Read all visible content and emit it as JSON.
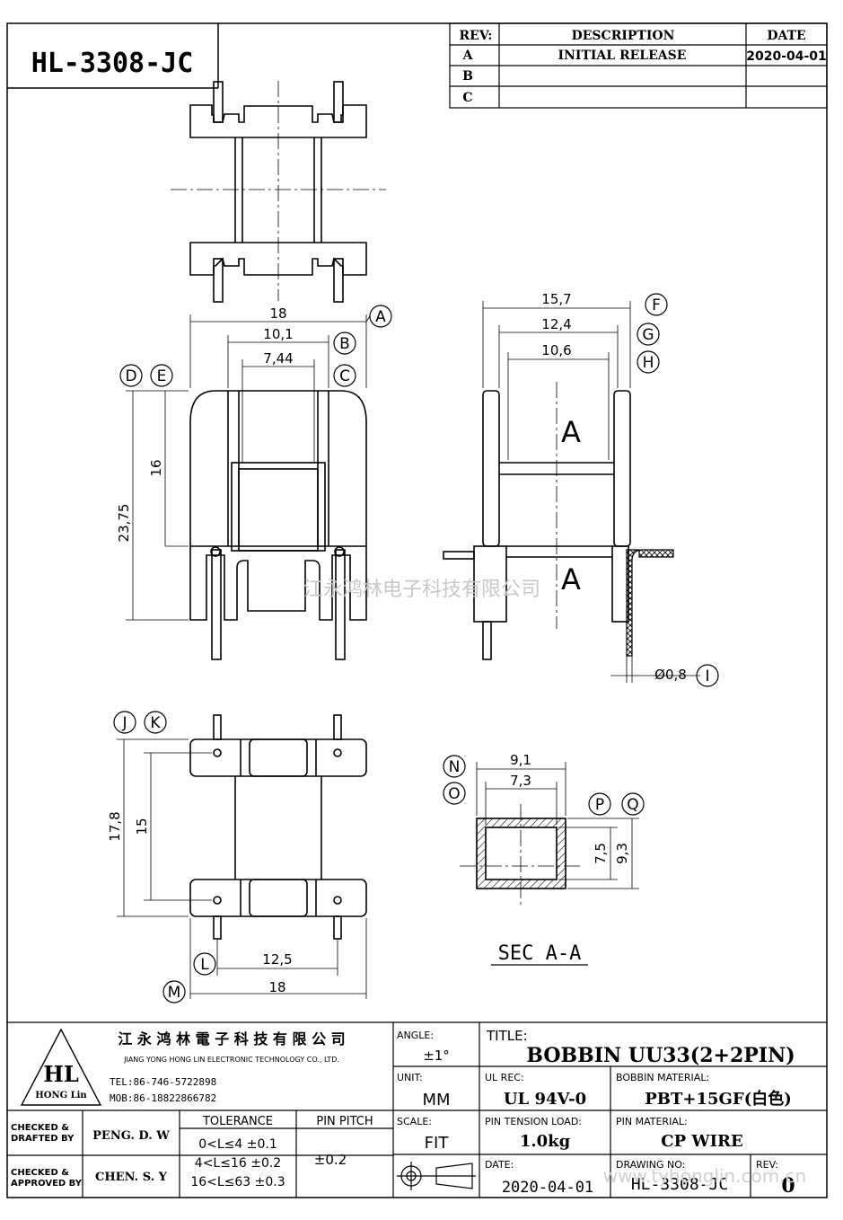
{
  "part_no": "HL-3308-JC",
  "revision_table": {
    "headers": [
      "REV:",
      "DESCRIPTION",
      "DATE"
    ],
    "rows": [
      {
        "rev": "A",
        "description": "INITIAL RELEASE",
        "date": "2020-04-01"
      },
      {
        "rev": "B",
        "description": "",
        "date": ""
      },
      {
        "rev": "C",
        "description": "",
        "date": ""
      }
    ]
  },
  "watermark": "江永鸿林电子科技有限公司",
  "dimensions": {
    "front_width": "18",
    "front_inner": "10,1",
    "front_core": "7,44",
    "front_height": "23,75",
    "front_winding": "16",
    "side_outer": "15,7",
    "side_mid": "12,4",
    "side_inner": "10,6",
    "pin_dia": "Ø0,8",
    "bottom_height": "17,8",
    "bottom_pin_span": "15",
    "bottom_pin_pitch": "12,5",
    "bottom_width": "18",
    "sec_outer_w": "9,1",
    "sec_inner_w": "7,3",
    "sec_inner_h": "7,5",
    "sec_outer_h": "9,3"
  },
  "markers": [
    "A",
    "B",
    "C",
    "D",
    "E",
    "F",
    "G",
    "H",
    "I",
    "J",
    "K",
    "L",
    "M",
    "N",
    "O",
    "P",
    "Q"
  ],
  "section_labels": {
    "upper": "A",
    "lower": "A",
    "sec_title": "SEC A-A"
  },
  "title_block": {
    "company_cn": "江 永 鸿 林 電 子 科 技 有 限 公 司",
    "company_en": "JIANG YONG HONG LIN ELECTRONIC TECHNOLOGY CO., LTD.",
    "logo_text": "HL",
    "logo_sub": "HONG Lin",
    "tel": "TEL:86-746-5722898",
    "mob": "MOB:86-18822866782",
    "angle_label": "ANGLE:",
    "angle_value": "±1°",
    "title_label": "TITLE:",
    "title_value": "BOBBIN UU33(2+2PIN)",
    "unit_label": "UNIT:",
    "unit_value": "MM",
    "ul_label": "UL REC:",
    "ul_value": "UL 94V-0",
    "bobbin_mat_label": "BOBBIN MATERIAL:",
    "bobbin_mat_value": "PBT+15GF(白色)",
    "checked_drafted": "CHECKED & DRAFTED BY",
    "drafter": "PENG. D. W",
    "checked_approved": "CHECKED & APPROVED BY",
    "approver": "CHEN. S. Y",
    "tolerance_label": "TOLERANCE",
    "tol_rows": [
      "0<L≤4  ±0.1",
      "4<L≤16 ±0.2",
      "16<L≤63 ±0.3"
    ],
    "pin_pitch_label": "PIN PITCH",
    "pin_pitch_value": "±0.2",
    "scale_label": "SCALE:",
    "scale_value": "FIT",
    "pin_tension_label": "PIN TENSION LOAD:",
    "pin_tension_value": "1.0kg",
    "pin_mat_label": "PIN MATERIAL:",
    "pin_mat_value": "CP WIRE",
    "date_label": "DATE:",
    "date_value": "2020-04-01",
    "drawing_no_label": "DRAWING NO:",
    "drawing_no_value": "HL-3308-JC",
    "rev_label": "REV:",
    "rev_value": "0",
    "website": "www.tyhonglin.com.cn"
  }
}
